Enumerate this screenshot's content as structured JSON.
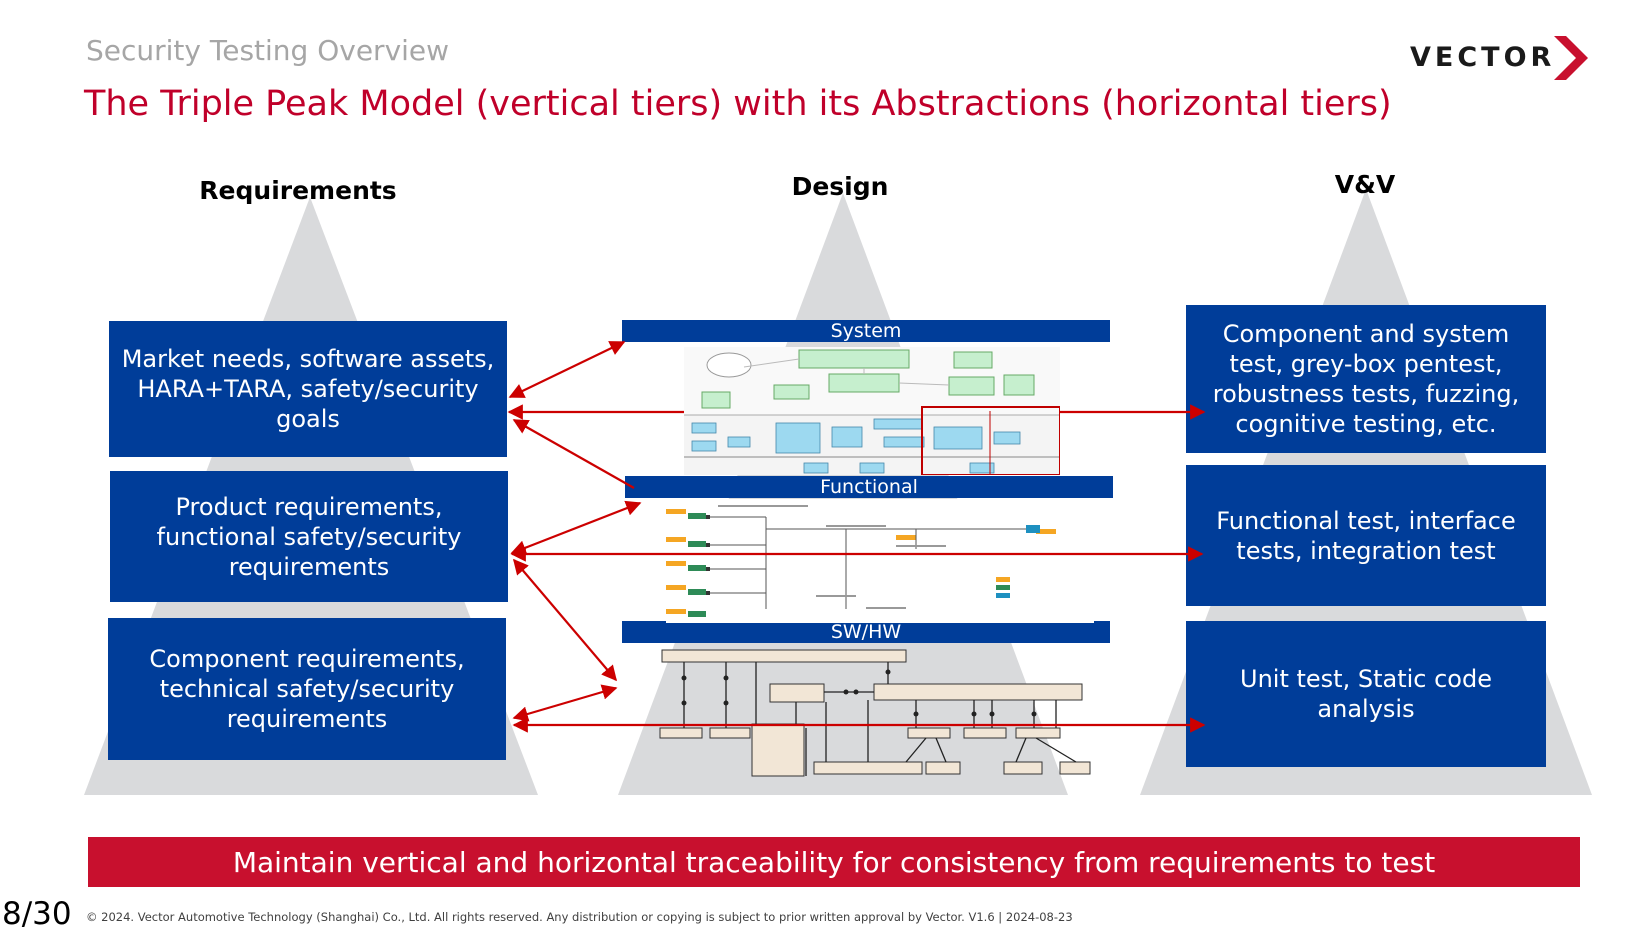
{
  "header": {
    "subtitle": "Security Testing Overview",
    "title": "The Triple Peak Model (vertical tiers) with its Abstractions (horizontal tiers)",
    "logo_text": "VECTOR",
    "logo_color": "#c8102e"
  },
  "columns": {
    "requirements": "Requirements",
    "design": "Design",
    "vv": "V&V"
  },
  "requirements_boxes": [
    "Market needs, software assets, HARA+TARA, safety/security goals",
    "Product requirements, functional safety/security requirements",
    "Component requirements, technical safety/security requirements"
  ],
  "design_tiers": [
    "System",
    "Functional",
    "SW/HW"
  ],
  "vv_boxes": [
    "Component and system test, grey-box pentest, robustness tests, fuzzing, cognitive testing, etc.",
    "Functional test, interface tests, integration test",
    "Unit test, Static code analysis"
  ],
  "banner": "Maintain vertical and horizontal traceability for consistency from requirements to test",
  "footer": {
    "page_number": "8/30",
    "copyright": "© 2024. Vector Automotive Technology (Shanghai) Co., Ltd. All rights reserved. Any distribution or copying is subject to prior written approval by Vector. V1.6 | 2024-08-23"
  },
  "colors": {
    "brand_red": "#c0002a",
    "box_blue": "#003d99",
    "pyramid_gray": "#d9dadc",
    "arrow_red": "#cc0000"
  }
}
